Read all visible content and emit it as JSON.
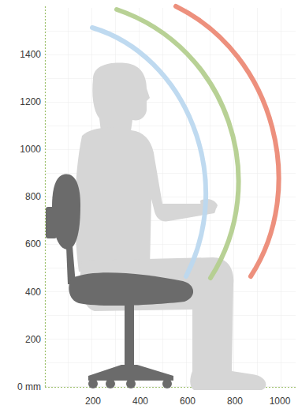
{
  "diagram": {
    "labels": [
      "1400",
      "1200",
      "1000",
      "800",
      "600",
      "400",
      "200",
      "0 mm",
      "200",
      "400",
      "600",
      "800",
      "1000"
    ]
  }
}
